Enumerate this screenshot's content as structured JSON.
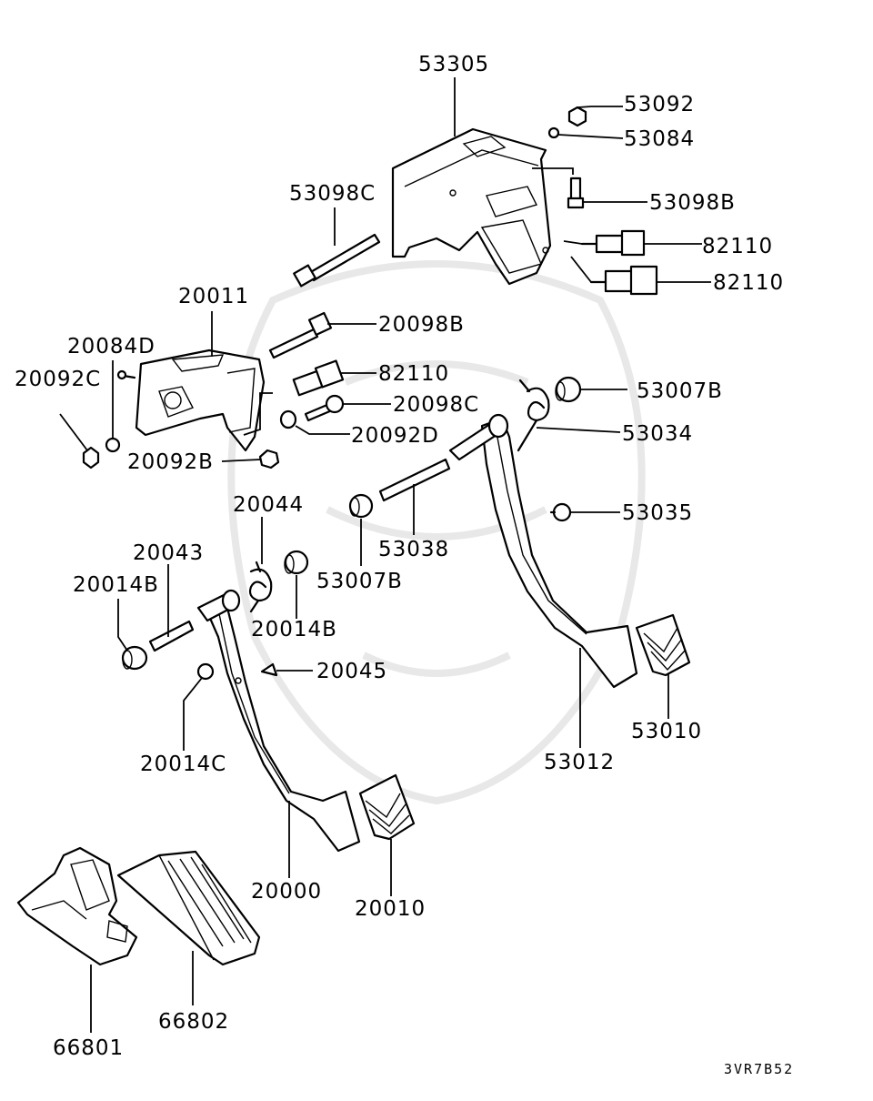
{
  "diagram": {
    "drawing_code": "3VR7B52",
    "callouts": {
      "c53305": "53305",
      "c53092": "53092",
      "c53084": "53084",
      "c53098C": "53098C",
      "c53098B": "53098B",
      "c82110a": "82110",
      "c82110b": "82110",
      "c20011": "20011",
      "c20098B": "20098B",
      "c20084D": "20084D",
      "c82110c": "82110",
      "c20092C": "20092C",
      "c20098C": "20098C",
      "c53007Ba": "53007B",
      "c20092D": "20092D",
      "c53034": "53034",
      "c20092B": "20092B",
      "c20044": "20044",
      "c53035": "53035",
      "c20043": "20043",
      "c53038": "53038",
      "c20014Ba": "20014B",
      "c53007Bb": "53007B",
      "c20014Bb": "20014B",
      "c20045": "20045",
      "c53010": "53010",
      "c20014C": "20014C",
      "c53012": "53012",
      "c20000": "20000",
      "c20010": "20010",
      "c66802": "66802",
      "c66801": "66801"
    }
  }
}
